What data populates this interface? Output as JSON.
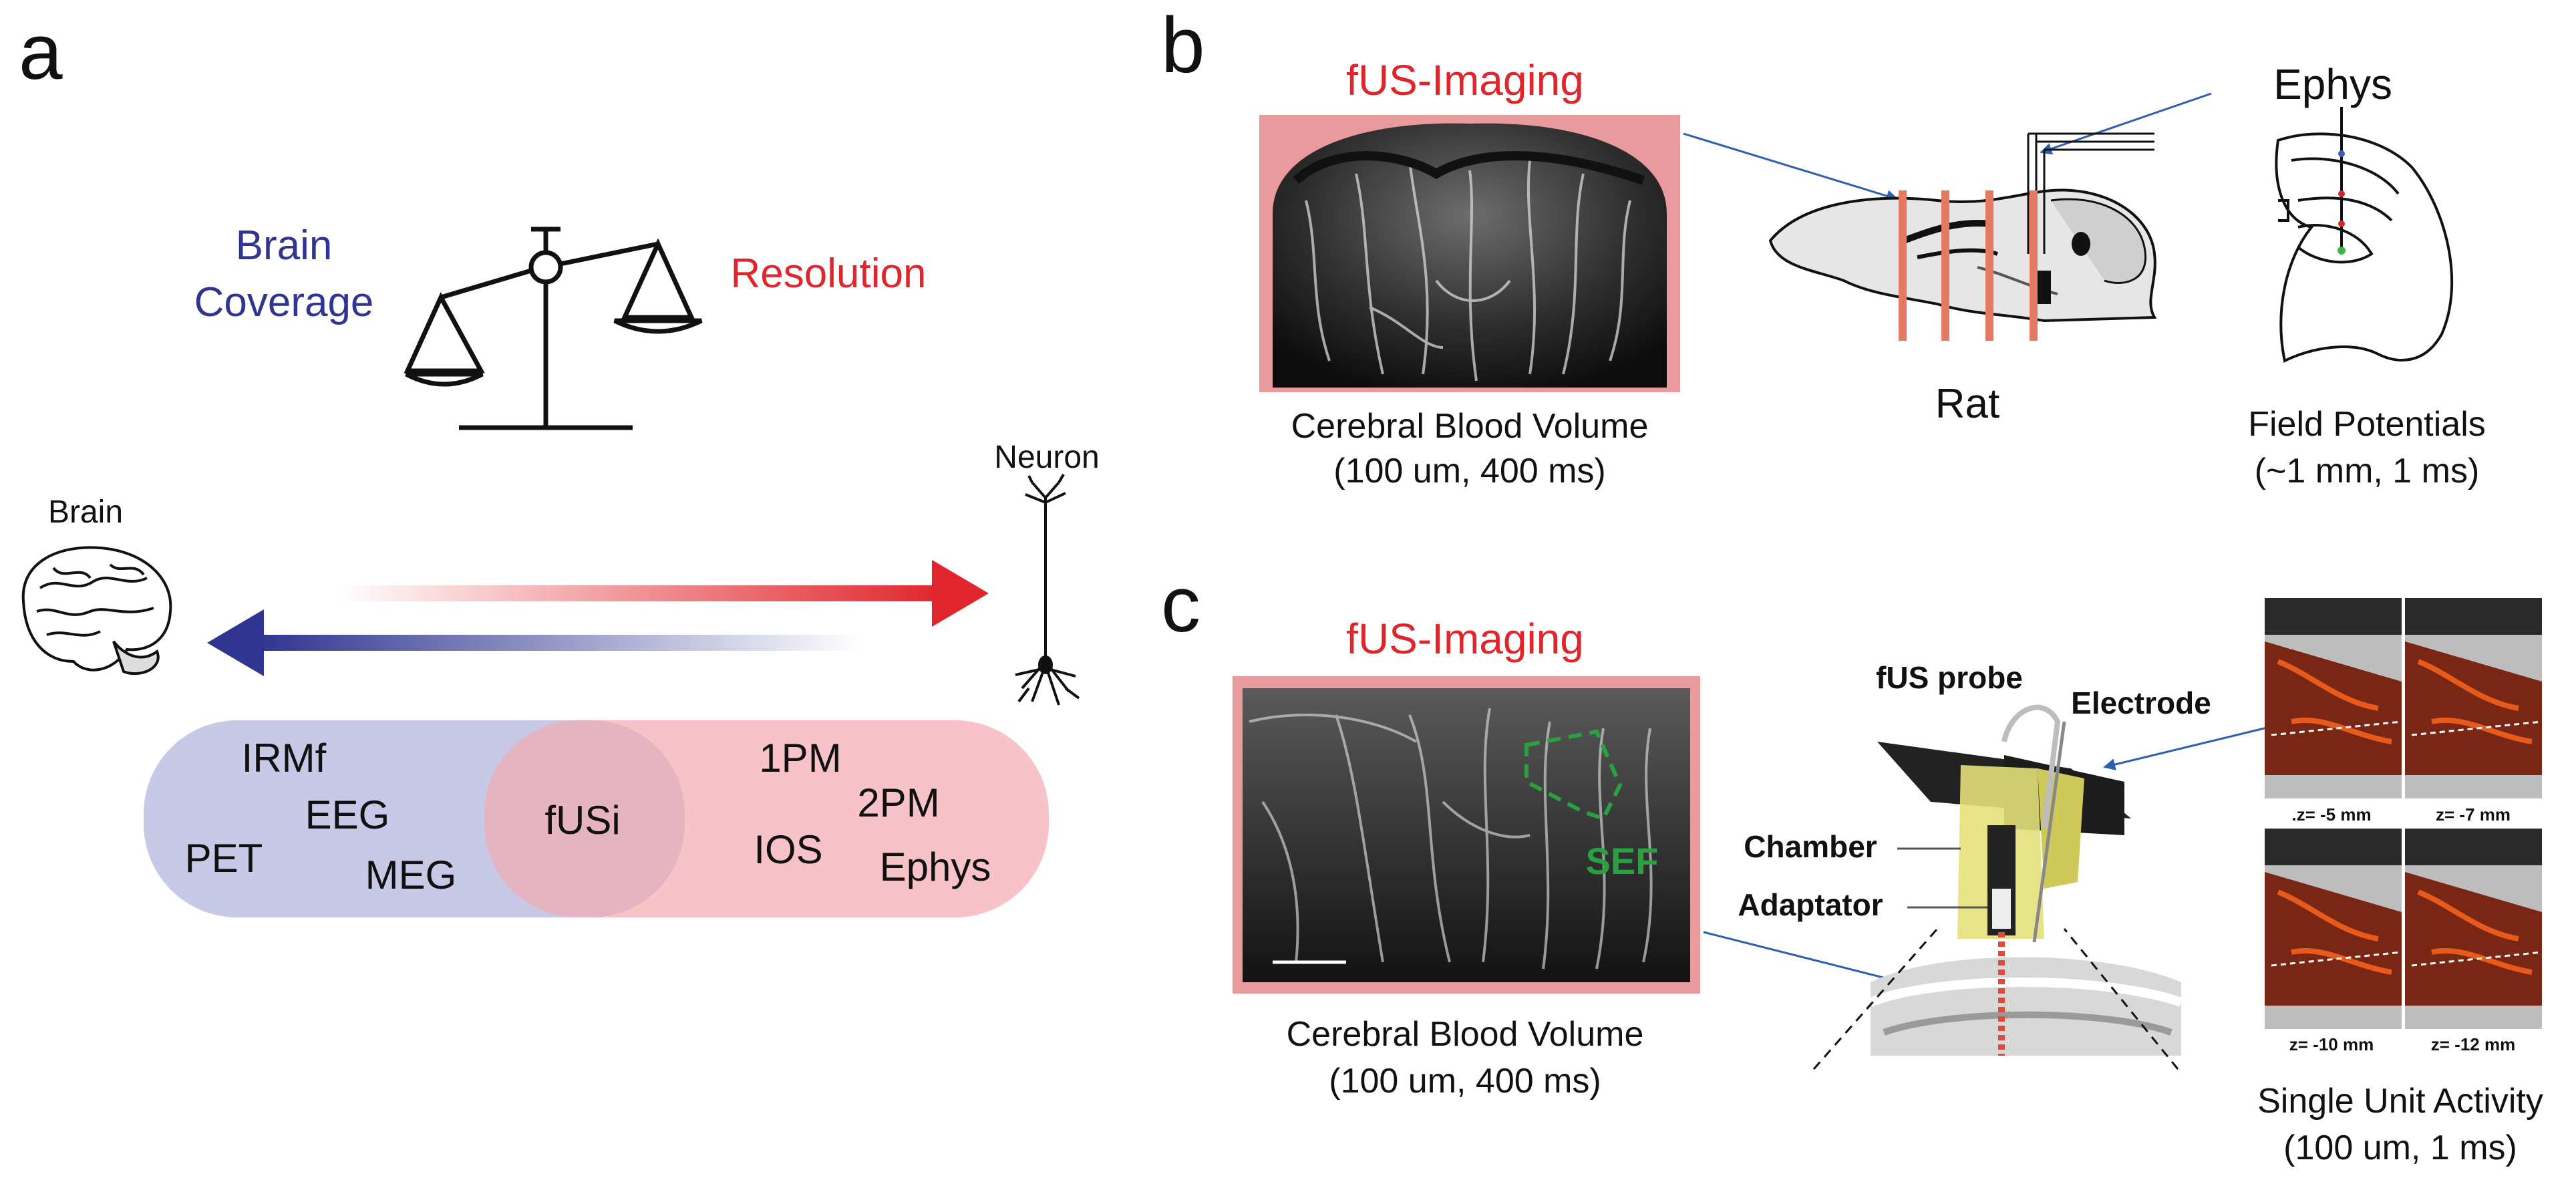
{
  "panel_a": {
    "letter": "a",
    "brain_coverage_line1": "Brain",
    "brain_coverage_line2": "Coverage",
    "resolution": "Resolution",
    "brain_label": "Brain",
    "neuron_label": "Neuron",
    "methods_left": [
      "IRMf",
      "EEG",
      "PET",
      "MEG"
    ],
    "method_overlap": "fUSi",
    "methods_right": [
      "1PM",
      "2PM",
      "IOS",
      "Ephys"
    ],
    "colors": {
      "coverage": "#2f3590",
      "resolution": "#e0262c",
      "coverage_fill": "#c7c9e6",
      "resolution_fill": "#f8c4c8"
    }
  },
  "panel_b": {
    "letter": "b",
    "title": "fUS-Imaging",
    "caption_line1": "Cerebral Blood Volume",
    "caption_line2": "(100 um, 400 ms)",
    "rat_label": "Rat",
    "ephys_label": "Ephys",
    "field_line1": "Field Potentials",
    "field_line2": "(~1 mm, 1 ms)"
  },
  "panel_c": {
    "letter": "c",
    "title": "fUS-Imaging",
    "sef_label": "SEF",
    "caption_line1": "Cerebral Blood Volume",
    "caption_line2": "(100 um, 400 ms)",
    "fus_probe": "fUS probe",
    "electrode": "Electrode",
    "chamber": "Chamber",
    "adaptator": "Adaptator",
    "depths": [
      ".z= -5 mm",
      "z= -7 mm",
      "z= -10 mm",
      "z= -12 mm"
    ],
    "single_line1": "Single Unit Activity",
    "single_line2": "(100 um, 1 ms)"
  }
}
